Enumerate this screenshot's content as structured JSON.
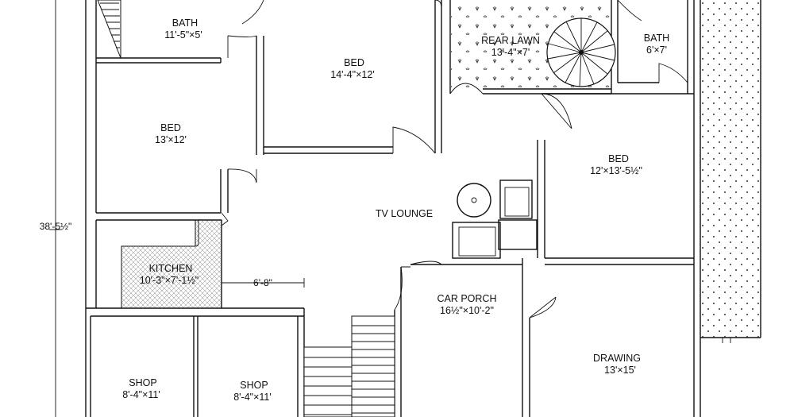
{
  "rooms": {
    "bath_left": {
      "name": "BATH",
      "size": "11'-5\"×5'"
    },
    "bed_top": {
      "name": "BED",
      "size": "14'-4\"×12'"
    },
    "rear_lawn": {
      "name": "REAR LAWN",
      "size": "13'-4\"×7'"
    },
    "bath_right": {
      "name": "BATH",
      "size": "6'×7'"
    },
    "bed_left": {
      "name": "BED",
      "size": "13'×12'"
    },
    "bed_right": {
      "name": "BED",
      "size": "12'×13'-5½\""
    },
    "tv_lounge": {
      "name": "TV LOUNGE"
    },
    "kitchen": {
      "name": "KITCHEN",
      "size": "10'-3\"×7'-1½\""
    },
    "car_porch": {
      "name": "CAR PORCH",
      "size": "16½\"×10'-2\""
    },
    "drawing": {
      "name": "DRAWING",
      "size": "13'×15'"
    },
    "shop_1": {
      "name": "SHOP",
      "size": "8'-4\"×11'"
    },
    "shop_2": {
      "name": "SHOP",
      "size": "8'-4\"×11'"
    }
  },
  "dimensions": {
    "overall_height": "38'-5½\"",
    "passage_width": "6'-8\""
  }
}
